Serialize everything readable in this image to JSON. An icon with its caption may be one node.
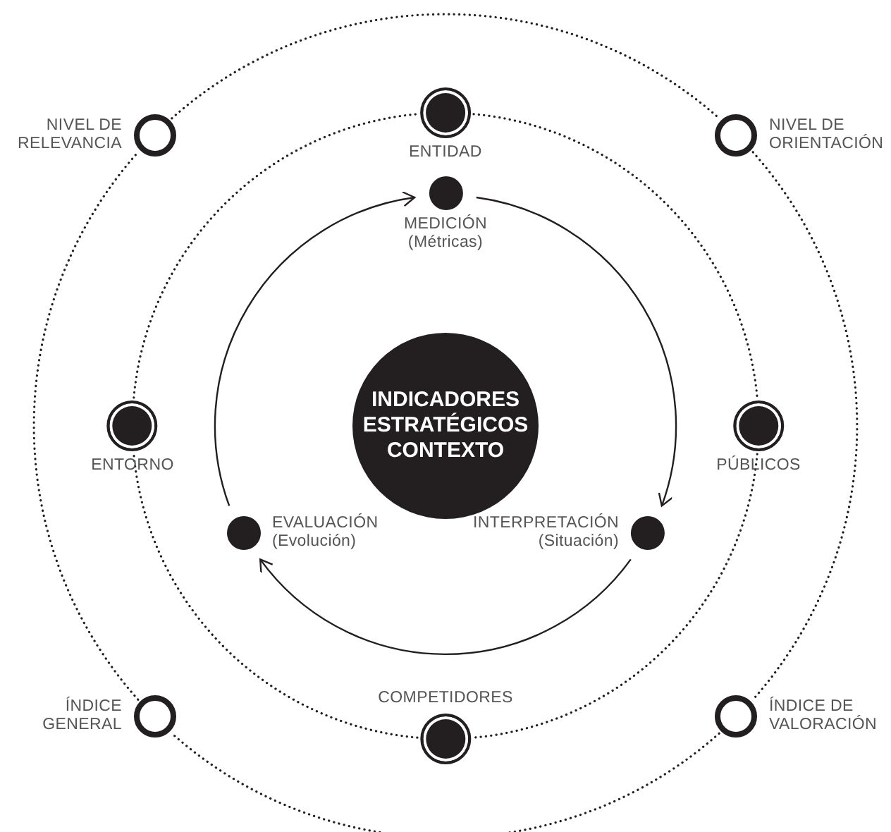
{
  "diagram": {
    "nodes": [
      {
        "text": [
          "NIVEL DE RELEVANCIA"
        ]
      },
      {
        "text": [
          "ENTIDAD"
        ]
      },
      {
        "text": [
          "NIVEL DE ORIENTACIÓN"
        ]
      },
      {
        "text": [
          "MEDICIÓN",
          "(Métricas)"
        ]
      },
      {
        "text": [
          "INDICADORES ESTRATÉGICOS CONTEXTO"
        ]
      },
      {
        "text": [
          "ENTORNO"
        ]
      },
      {
        "text": [
          "PÚBLICOS"
        ]
      },
      {
        "text": [
          "EVALUACIÓN",
          "(Evolución)"
        ]
      },
      {
        "text": [
          "INTERPRETACIÓN",
          "(Situación)"
        ]
      },
      {
        "text": [
          "ÍNDICE GENERAL"
        ]
      },
      {
        "text": [
          "COMPETIDORES"
        ]
      },
      {
        "text": [
          "ÍNDICE DE VALORACIÓN"
        ]
      }
    ],
    "edges": [
      {
        "from": 7,
        "to": 3,
        "arrow": "to"
      },
      {
        "from": 3,
        "to": 8,
        "arrow": "to"
      },
      {
        "from": 8,
        "to": 7,
        "arrow": "to"
      },
      {
        "from": 1,
        "to": 6,
        "arrow": "none",
        "style": "dashed"
      },
      {
        "from": 6,
        "to": 10,
        "arrow": "none",
        "style": "dashed"
      },
      {
        "from": 10,
        "to": 5,
        "arrow": "none",
        "style": "dashed"
      },
      {
        "from": 5,
        "to": 1,
        "arrow": "none",
        "style": "dashed"
      },
      {
        "from": 0,
        "to": 2,
        "arrow": "none",
        "style": "dashed"
      },
      {
        "from": 2,
        "to": 11,
        "arrow": "none",
        "style": "dashed"
      },
      {
        "from": 11,
        "to": 9,
        "arrow": "none",
        "style": "dashed"
      },
      {
        "from": 9,
        "to": 0,
        "arrow": "none",
        "style": "dashed"
      }
    ]
  }
}
